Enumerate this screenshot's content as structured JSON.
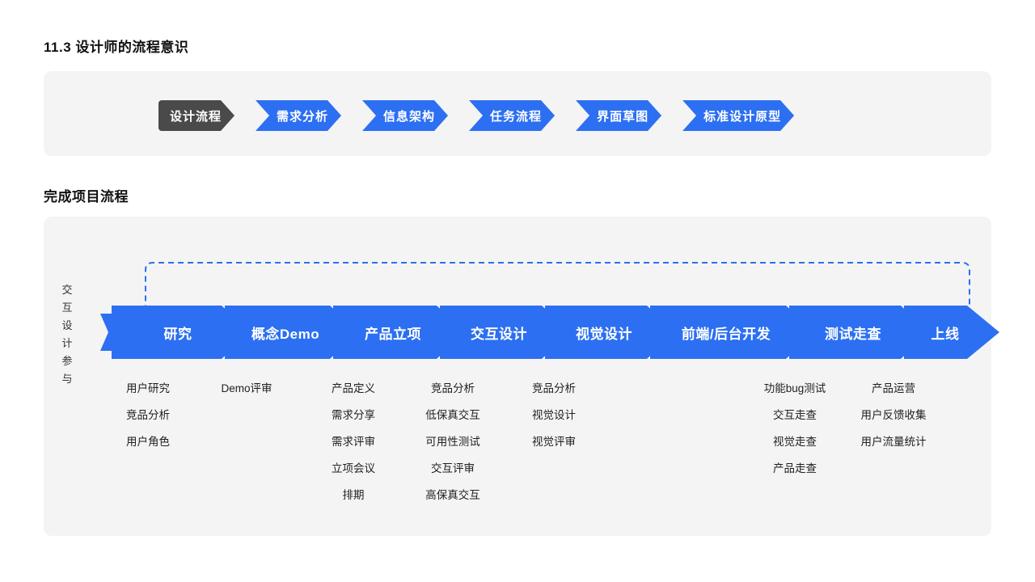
{
  "sections": {
    "design_process": {
      "title": "11.3 设计师的流程意识",
      "steps": [
        {
          "label": "设计流程",
          "active": true
        },
        {
          "label": "需求分析",
          "active": false
        },
        {
          "label": "信息架构",
          "active": false
        },
        {
          "label": "任务流程",
          "active": false
        },
        {
          "label": "界面草图",
          "active": false
        },
        {
          "label": "标准设计原型",
          "active": false
        }
      ]
    },
    "project_flow": {
      "title": "完成项目流程",
      "side_label": "交互设计参与",
      "side_label_chars": [
        "交",
        "互",
        "设",
        "计",
        "参",
        "与"
      ],
      "stages": [
        {
          "label": "研究",
          "tasks": [
            "用户研究",
            "竞品分析",
            "用户角色"
          ]
        },
        {
          "label": "概念Demo",
          "tasks": [
            "Demo评审"
          ]
        },
        {
          "label": "产品立项",
          "tasks": [
            "产品定义",
            "需求分享",
            "需求评审",
            "立项会议",
            "排期"
          ]
        },
        {
          "label": "交互设计",
          "tasks": [
            "竞品分析",
            "低保真交互",
            "可用性测试",
            "交互评审",
            "高保真交互"
          ]
        },
        {
          "label": "视觉设计",
          "tasks": [
            "竞品分析",
            "视觉设计",
            "视觉评审"
          ]
        },
        {
          "label": "前端/后台开发",
          "tasks": []
        },
        {
          "label": "测试走查",
          "tasks": [
            "功能bug测试",
            "交互走查",
            "视觉走查",
            "产品走查"
          ]
        },
        {
          "label": "上线",
          "tasks": [
            "产品运营",
            "用户反馈收集",
            "用户流量统计"
          ]
        }
      ],
      "feedback_loop": {
        "name": "iteration-loop",
        "style": "dashed",
        "from": "上线",
        "to": "研究"
      }
    }
  },
  "colors": {
    "accent_blue": "#2C6FF2",
    "active_dark": "#4A4A4A",
    "panel_bg": "#F4F4F4",
    "page_bg": "#FFFFFF",
    "text": "#1A1A1A",
    "loop_dash": "#2C6FF2"
  }
}
